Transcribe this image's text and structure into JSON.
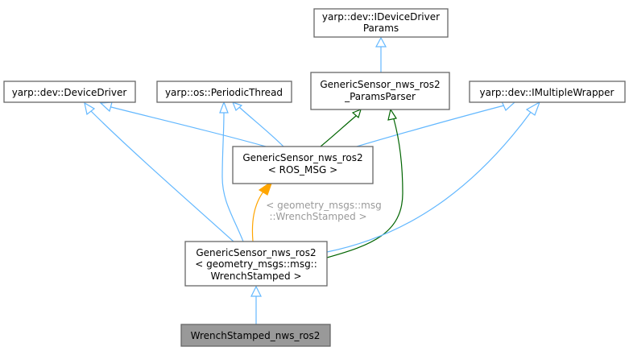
{
  "diagram": {
    "type": "class inheritance graph",
    "colors": {
      "public_inheritance": "#63b8ff",
      "protected_inheritance": "#006400",
      "template_instantiation": "#ffa500",
      "node_border": "#666666",
      "current_node_fill": "#999999",
      "edge_label_text": "#9a9a9a"
    },
    "nodes": {
      "idevicedriverparams": {
        "lines": [
          "yarp::dev::IDeviceDriver",
          "Params"
        ]
      },
      "devicedriver": {
        "lines": [
          "yarp::dev::DeviceDriver"
        ]
      },
      "periodicthread": {
        "lines": [
          "yarp::os::PeriodicThread"
        ]
      },
      "paramsparser": {
        "lines": [
          "GenericSensor_nws_ros2",
          "_ParamsParser"
        ]
      },
      "imultiplewrapper": {
        "lines": [
          "yarp::dev::IMultipleWrapper"
        ]
      },
      "rosmsg": {
        "lines": [
          "GenericSensor_nws_ros2",
          "< ROS_MSG >"
        ]
      },
      "wrenchtemplate": {
        "lines": [
          "GenericSensor_nws_ros2",
          "< geometry_msgs::msg::",
          "WrenchStamped >"
        ]
      },
      "wrenchstamped": {
        "lines": [
          "WrenchStamped_nws_ros2"
        ],
        "current": true
      }
    },
    "edges": [
      {
        "from": "paramsparser",
        "to": "idevicedriverparams",
        "kind": "public_inheritance"
      },
      {
        "from": "rosmsg",
        "to": "devicedriver",
        "kind": "public_inheritance"
      },
      {
        "from": "rosmsg",
        "to": "periodicthread",
        "kind": "public_inheritance"
      },
      {
        "from": "rosmsg",
        "to": "paramsparser",
        "kind": "protected_inheritance"
      },
      {
        "from": "rosmsg",
        "to": "imultiplewrapper",
        "kind": "public_inheritance"
      },
      {
        "from": "wrenchtemplate",
        "to": "devicedriver",
        "kind": "public_inheritance"
      },
      {
        "from": "wrenchtemplate",
        "to": "periodicthread",
        "kind": "public_inheritance"
      },
      {
        "from": "wrenchtemplate",
        "to": "paramsparser",
        "kind": "protected_inheritance"
      },
      {
        "from": "wrenchtemplate",
        "to": "imultiplewrapper",
        "kind": "public_inheritance"
      },
      {
        "from": "wrenchtemplate",
        "to": "rosmsg",
        "kind": "template_instantiation",
        "label": [
          "< geometry_msgs::msg",
          "::WrenchStamped >"
        ]
      },
      {
        "from": "wrenchstamped",
        "to": "wrenchtemplate",
        "kind": "public_inheritance"
      }
    ]
  }
}
